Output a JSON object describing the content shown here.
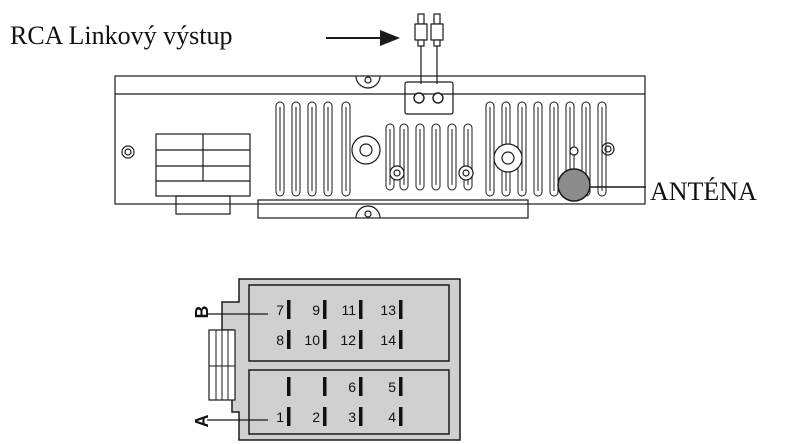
{
  "labels": {
    "rca_output": "RCA Linkový výstup",
    "antenna": "ANTÉNA"
  },
  "connector": {
    "block_b": {
      "label": "B",
      "rows": [
        [
          "7",
          "9",
          "11",
          "13"
        ],
        [
          "8",
          "10",
          "12",
          "14"
        ]
      ]
    },
    "block_a": {
      "label": "A",
      "rows": [
        [
          "",
          "",
          "6",
          "5"
        ],
        [
          "1",
          "2",
          "3",
          "4"
        ]
      ]
    }
  },
  "colors": {
    "line": "#1a1a1a",
    "connector_fill": "#d0d0d0",
    "knob_fill": "#8c8c8c",
    "background": "#ffffff"
  }
}
